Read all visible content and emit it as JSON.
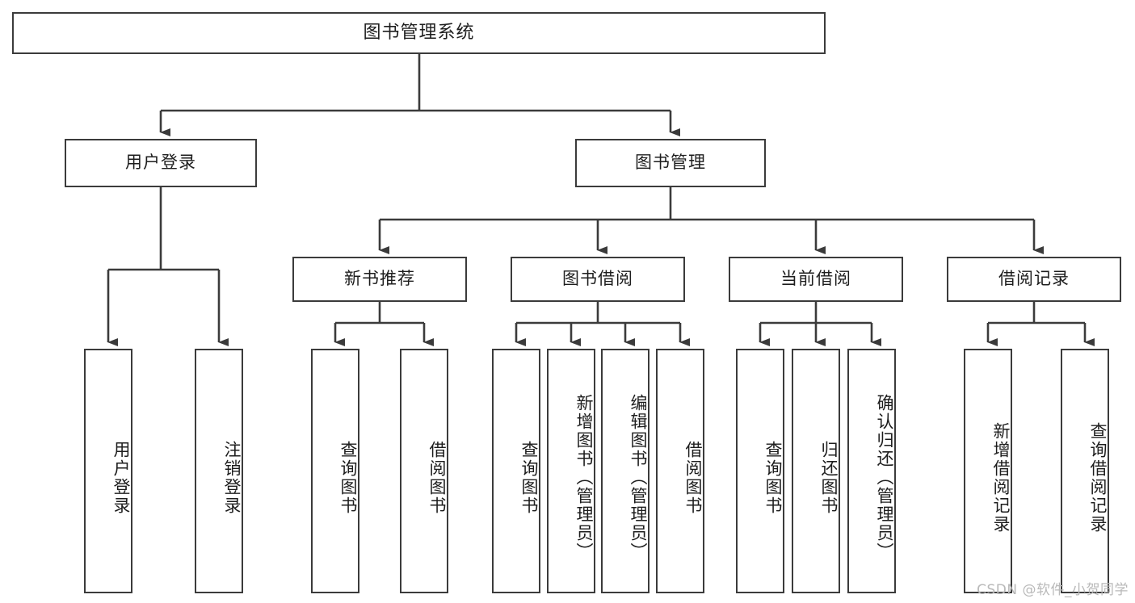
{
  "title": "图书管理系统",
  "watermark": "CSDN @软件_小贺同学",
  "colors": {
    "stroke": "#3b3b3b",
    "box_fill": "#ffffff",
    "text": "#1d1d1d",
    "background": "#ffffff",
    "watermark": "#b9b9b9"
  },
  "chart_data": {
    "type": "diagram",
    "subtype": "tree-hierarchy",
    "title": "图书管理系统",
    "orientation": "top-down",
    "levels": 4,
    "node_count": 20,
    "nodes": [
      {
        "id": "root",
        "label": "图书管理系统",
        "level": 0,
        "parent": null,
        "text_orientation": "horizontal"
      },
      {
        "id": "n-user-login",
        "label": "用户登录",
        "level": 1,
        "parent": "root",
        "text_orientation": "horizontal"
      },
      {
        "id": "n-book-mgmt",
        "label": "图书管理",
        "level": 1,
        "parent": "root",
        "text_orientation": "horizontal"
      },
      {
        "id": "n-new-book-rec",
        "label": "新书推荐",
        "level": 2,
        "parent": "n-book-mgmt",
        "text_orientation": "horizontal"
      },
      {
        "id": "n-book-borrow",
        "label": "图书借阅",
        "level": 2,
        "parent": "n-book-mgmt",
        "text_orientation": "horizontal"
      },
      {
        "id": "n-current-borrow",
        "label": "当前借阅",
        "level": 2,
        "parent": "n-book-mgmt",
        "text_orientation": "horizontal"
      },
      {
        "id": "n-borrow-record",
        "label": "借阅记录",
        "level": 2,
        "parent": "n-book-mgmt",
        "text_orientation": "horizontal"
      },
      {
        "id": "l-user-login",
        "label": "用户登录",
        "level": 2,
        "parent": "n-user-login",
        "text_orientation": "vertical"
      },
      {
        "id": "l-user-logout",
        "label": "注销登录",
        "level": 2,
        "parent": "n-user-login",
        "text_orientation": "vertical"
      },
      {
        "id": "l-rec-query",
        "label": "查询图书",
        "level": 3,
        "parent": "n-new-book-rec",
        "text_orientation": "vertical"
      },
      {
        "id": "l-rec-borrow",
        "label": "借阅图书",
        "level": 3,
        "parent": "n-new-book-rec",
        "text_orientation": "vertical"
      },
      {
        "id": "l-borrow-query",
        "label": "查询图书",
        "level": 3,
        "parent": "n-book-borrow",
        "text_orientation": "vertical"
      },
      {
        "id": "l-borrow-add",
        "label": "新增图书（管理员）",
        "level": 3,
        "parent": "n-book-borrow",
        "text_orientation": "vertical"
      },
      {
        "id": "l-borrow-edit",
        "label": "编辑图书（管理员）",
        "level": 3,
        "parent": "n-book-borrow",
        "text_orientation": "vertical"
      },
      {
        "id": "l-borrow-lend",
        "label": "借阅图书",
        "level": 3,
        "parent": "n-book-borrow",
        "text_orientation": "vertical"
      },
      {
        "id": "l-cur-query",
        "label": "查询图书",
        "level": 3,
        "parent": "n-current-borrow",
        "text_orientation": "vertical"
      },
      {
        "id": "l-cur-return",
        "label": "归还图书",
        "level": 3,
        "parent": "n-current-borrow",
        "text_orientation": "vertical"
      },
      {
        "id": "l-cur-confirm",
        "label": "确认归还（管理员）",
        "level": 3,
        "parent": "n-current-borrow",
        "text_orientation": "vertical"
      },
      {
        "id": "l-rec-add",
        "label": "新增借阅记录",
        "level": 3,
        "parent": "n-borrow-record",
        "text_orientation": "vertical"
      },
      {
        "id": "l-rec-search",
        "label": "查询借阅记录",
        "level": 3,
        "parent": "n-borrow-record",
        "text_orientation": "vertical"
      }
    ],
    "edges": [
      {
        "from": "root",
        "to": "n-user-login"
      },
      {
        "from": "root",
        "to": "n-book-mgmt"
      },
      {
        "from": "n-user-login",
        "to": "l-user-login"
      },
      {
        "from": "n-user-login",
        "to": "l-user-logout"
      },
      {
        "from": "n-book-mgmt",
        "to": "n-new-book-rec"
      },
      {
        "from": "n-book-mgmt",
        "to": "n-book-borrow"
      },
      {
        "from": "n-book-mgmt",
        "to": "n-current-borrow"
      },
      {
        "from": "n-book-mgmt",
        "to": "n-borrow-record"
      },
      {
        "from": "n-new-book-rec",
        "to": "l-rec-query"
      },
      {
        "from": "n-new-book-rec",
        "to": "l-rec-borrow"
      },
      {
        "from": "n-book-borrow",
        "to": "l-borrow-query"
      },
      {
        "from": "n-book-borrow",
        "to": "l-borrow-add"
      },
      {
        "from": "n-book-borrow",
        "to": "l-borrow-edit"
      },
      {
        "from": "n-book-borrow",
        "to": "l-borrow-lend"
      },
      {
        "from": "n-current-borrow",
        "to": "l-cur-query"
      },
      {
        "from": "n-current-borrow",
        "to": "l-cur-return"
      },
      {
        "from": "n-current-borrow",
        "to": "l-cur-confirm"
      },
      {
        "from": "n-borrow-record",
        "to": "l-rec-add"
      },
      {
        "from": "n-borrow-record",
        "to": "l-rec-search"
      }
    ]
  },
  "nodes": {
    "root": "图书管理系统",
    "user_login": "用户登录",
    "book_mgmt": "图书管理",
    "new_book_rec": "新书推荐",
    "book_borrow": "图书借阅",
    "current_borrow": "当前借阅",
    "borrow_record": "借阅记录",
    "leaf_user_login": "用户登录",
    "leaf_user_logout": "注销登录",
    "leaf_rec_query": "查询图书",
    "leaf_rec_borrow": "借阅图书",
    "leaf_borrow_query": "查询图书",
    "leaf_borrow_add": "新增图书（管理员）",
    "leaf_borrow_edit": "编辑图书（管理员）",
    "leaf_borrow_lend": "借阅图书",
    "leaf_cur_query": "查询图书",
    "leaf_cur_return": "归还图书",
    "leaf_cur_confirm": "确认归还（管理员）",
    "leaf_rec_add": "新增借阅记录",
    "leaf_rec_search": "查询借阅记录"
  }
}
